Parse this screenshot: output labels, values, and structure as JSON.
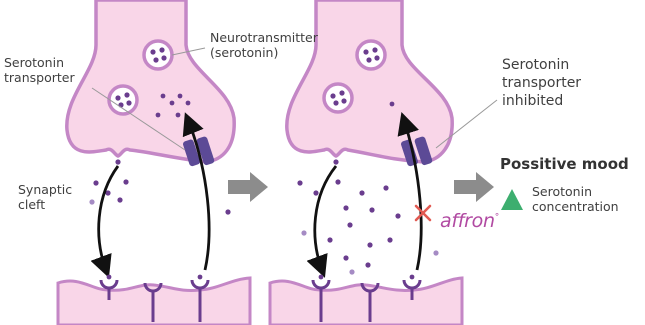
{
  "labels": {
    "neurotransmitter": [
      "Neurotransmitter",
      "(serotonin)"
    ],
    "transporter": [
      "Serotonin",
      "transporter"
    ],
    "synaptic_cleft": [
      "Synaptic",
      "cleft"
    ],
    "inhibited": [
      "Serotonin",
      "transporter",
      "inhibited"
    ],
    "positive_mood": "Possitive mood",
    "concentration": [
      "Serotonin",
      "concentration"
    ],
    "brand": "affron",
    "brand_mark": "°"
  },
  "colors": {
    "membrane": "#f9d6e8",
    "membrane_edge": "#c487c6",
    "molecule": "#6a3d8e",
    "molecule_light": "#a58bc4",
    "transporter": "#5c4a96",
    "arrow": "#111111",
    "step_arrow": "#8c8c8c",
    "inhibit_x": "#e25a52",
    "mood_triangle": "#3dae6f",
    "brand": "#b14aa2",
    "leader_line": "#999999"
  },
  "icons": [
    "vesicle-icon",
    "transporter-protein-icon",
    "receptor-icon",
    "inhibition-x-icon",
    "increase-triangle-icon",
    "process-arrow-icon"
  ]
}
